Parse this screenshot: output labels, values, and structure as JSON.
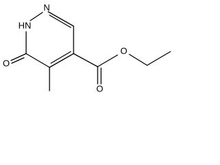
{
  "molecule": {
    "atoms": {
      "nh_label": "HN",
      "n_label": "N",
      "ring_o_label": "O",
      "ester_o_label": "O",
      "carbonyl_o_label": "O"
    }
  }
}
